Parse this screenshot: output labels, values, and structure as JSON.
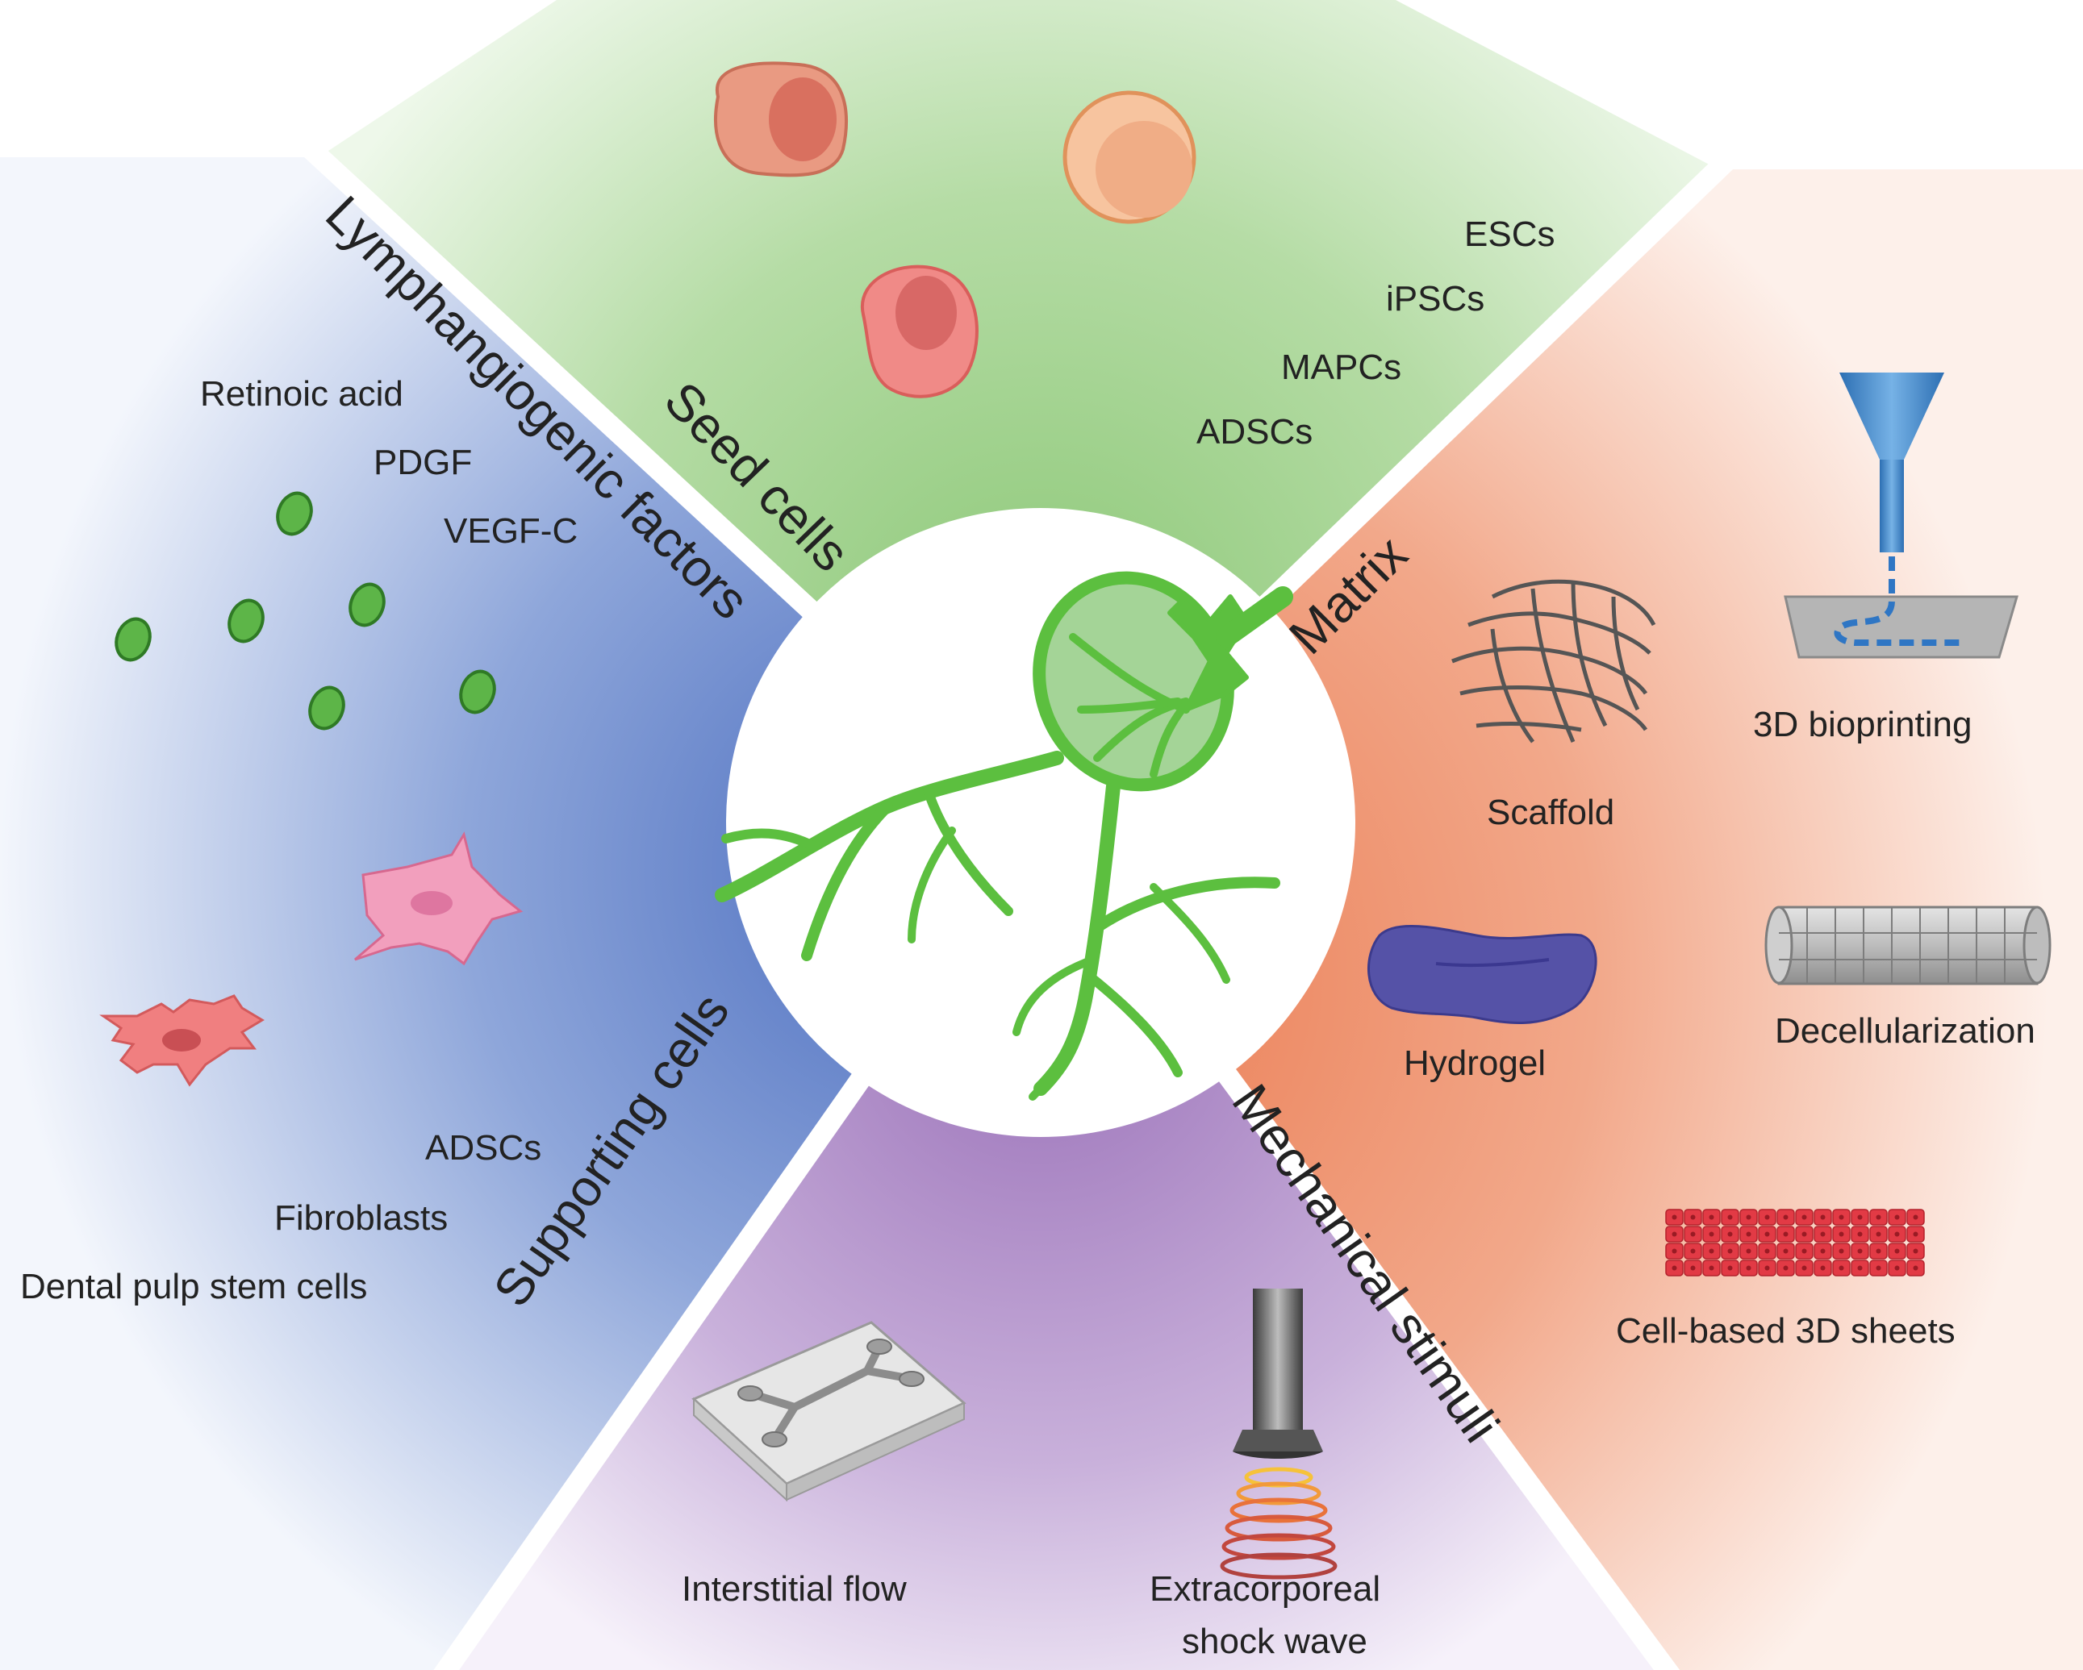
{
  "sections": {
    "seed_cells": {
      "title": "Seed cells",
      "items": [
        "ESCs",
        "iPSCs",
        "MAPCs",
        "ADSCs"
      ]
    },
    "matrix": {
      "title": "Matrix",
      "items": [
        "3D bioprinting",
        "Scaffold",
        "Hydrogel",
        "Decellularization",
        "Cell-based 3D sheets"
      ]
    },
    "mechanical_stimuli": {
      "title": "Mechanical stimuli",
      "items": [
        "Interstitial flow",
        "Extracorporeal",
        "shock wave"
      ]
    },
    "supporting_cells": {
      "title": "Supporting cells",
      "items": [
        "ADSCs",
        "Fibroblasts",
        "Dental pulp stem cells"
      ]
    },
    "lymphangiogenic_factors": {
      "title": "Lymphangiogenic factors",
      "items": [
        "Retinoic acid",
        "PDGF",
        "VEGF-C"
      ]
    }
  },
  "colors": {
    "seed_cells": "#9fd18a",
    "matrix": "#ee8a63",
    "mechanical_stimuli": "#a985c2",
    "supporting_cells": "#5f7fc6",
    "lymph_node": "#5cbf3f",
    "divider": "#ffffff"
  },
  "icons": {
    "center": "lymph-node-vessel-icon",
    "seed_cells": [
      "stem-cell-icon",
      "stem-cell-icon",
      "stem-cell-icon"
    ],
    "matrix": [
      "bioprinter-icon",
      "scaffold-icon",
      "hydrogel-icon",
      "decellularized-tube-icon",
      "cell-sheet-icon"
    ],
    "mechanical_stimuli": [
      "microfluidic-chip-icon",
      "shock-wave-probe-icon"
    ],
    "supporting_cells": [
      "fibroblast-cell-icon",
      "fibroblast-cell-icon"
    ],
    "lymphangiogenic_factors": [
      "growth-factor-molecule-icon"
    ]
  }
}
